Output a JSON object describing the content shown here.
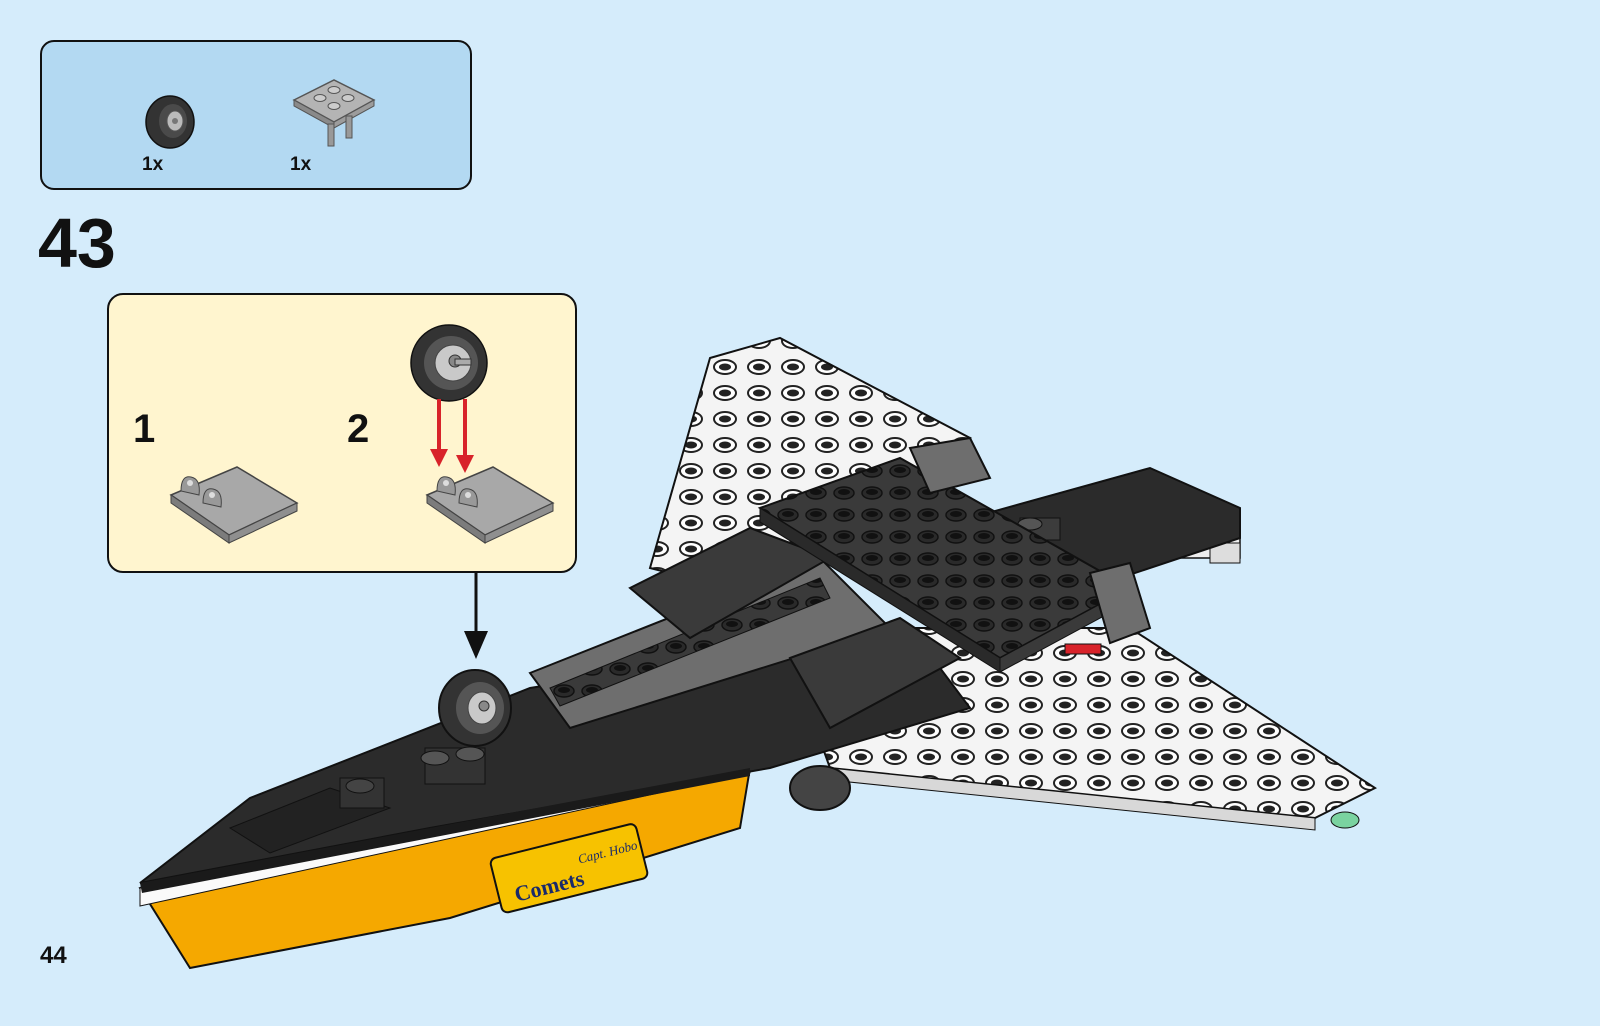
{
  "parts_list": {
    "items": [
      {
        "name": "tire-with-rim-icon",
        "count": "1x"
      },
      {
        "name": "plate-with-clips-icon",
        "count": "1x"
      }
    ]
  },
  "step": {
    "number": "43"
  },
  "substeps": [
    {
      "label": "1"
    },
    {
      "label": "2"
    }
  ],
  "page": {
    "number": "44"
  },
  "decal": {
    "brand": "Comets",
    "text": "Capt. Hobo"
  },
  "colors": {
    "background": "#d5ecfb",
    "parts_box": "#b3d9f2",
    "callout_box": "#fff5cf",
    "arrow_red": "#d8232a",
    "plane_black": "#2b2b2b",
    "plane_gray": "#6e6e6e",
    "plane_orange": "#f5a800"
  }
}
